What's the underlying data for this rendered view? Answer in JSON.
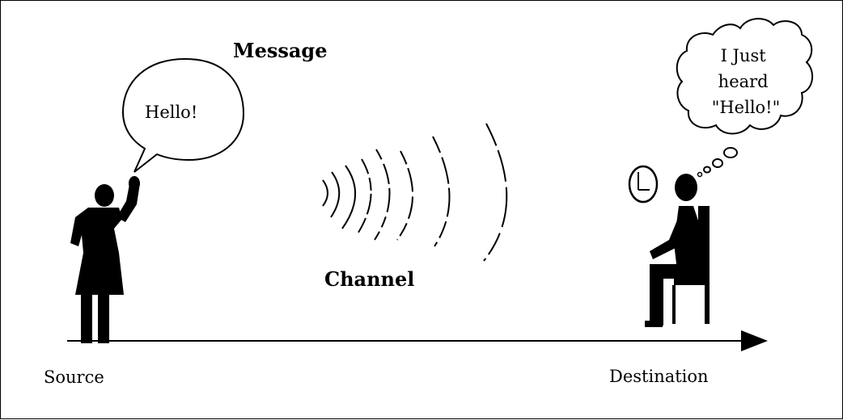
{
  "diagram": {
    "message_label": "Message",
    "channel_label": "Channel",
    "source_label": "Source",
    "destination_label": "Destination",
    "speech_text": "Hello!",
    "thought_lines": [
      "I Just",
      "heard",
      "\"Hello!\""
    ]
  },
  "colors": {
    "ink": "#000000",
    "background": "#ffffff"
  }
}
